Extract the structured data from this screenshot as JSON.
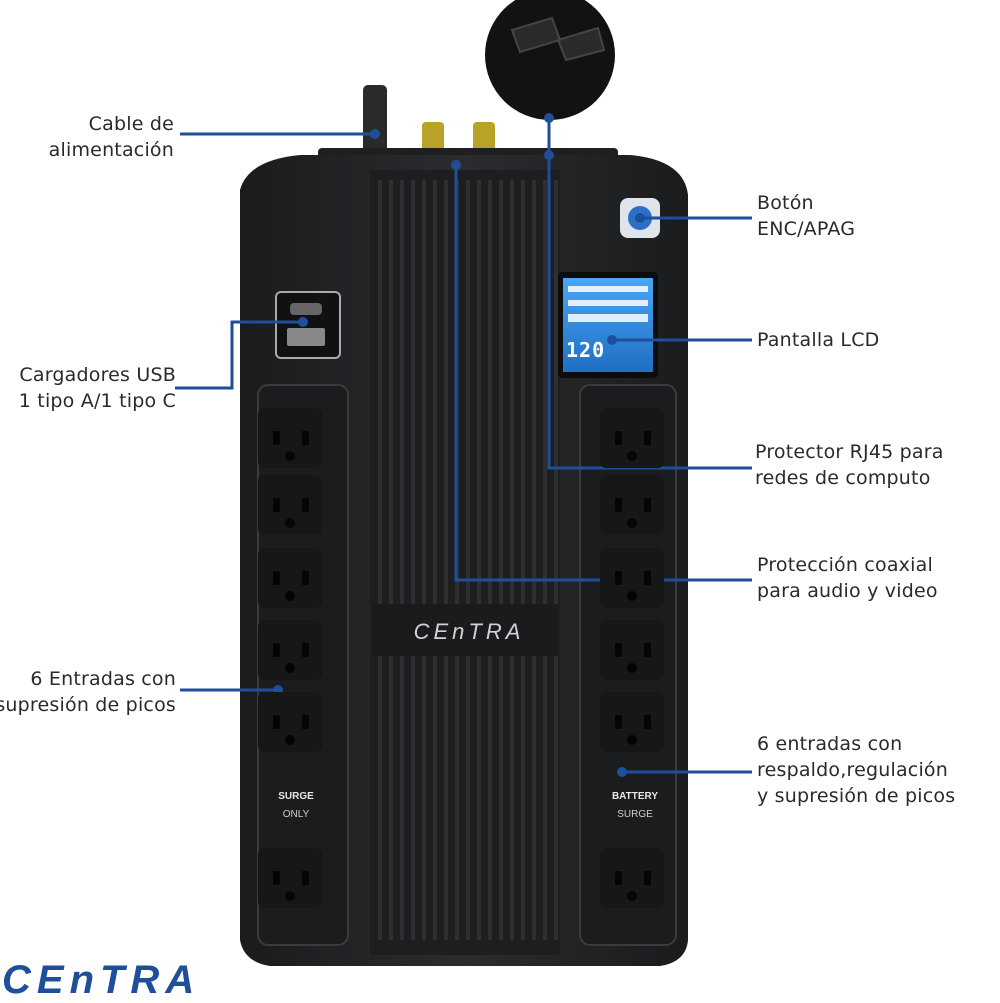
{
  "callouts": {
    "power_cable": [
      "Cable de",
      "alimentación"
    ],
    "usb": [
      "Cargadores USB",
      "1 tipo A/1 tipo C"
    ],
    "surge_outlets": [
      "6 Entradas con",
      "supresión de picos"
    ],
    "power_button": [
      "Botón",
      "ENC/APAG"
    ],
    "lcd": [
      "Pantalla LCD"
    ],
    "rj45": [
      "Protector RJ45 para",
      "redes de computo"
    ],
    "coax": [
      "Protección coaxial",
      "para audio y video"
    ],
    "battery_outlets": [
      "6 entradas con",
      "respaldo,regulación",
      "y supresión de picos"
    ]
  },
  "device": {
    "brand": "CEnTRA",
    "lcd_value": "120",
    "surge_tag": [
      "SURGE",
      "ONLY"
    ],
    "battery_tag": [
      "BATTERY",
      "SURGE"
    ]
  },
  "logo": "CEnTRA",
  "colors": {
    "callout_line": "#1f4e9a",
    "device_body": "#232426",
    "lcd": "#2f8ae0",
    "brand": "#1f4e9a"
  }
}
